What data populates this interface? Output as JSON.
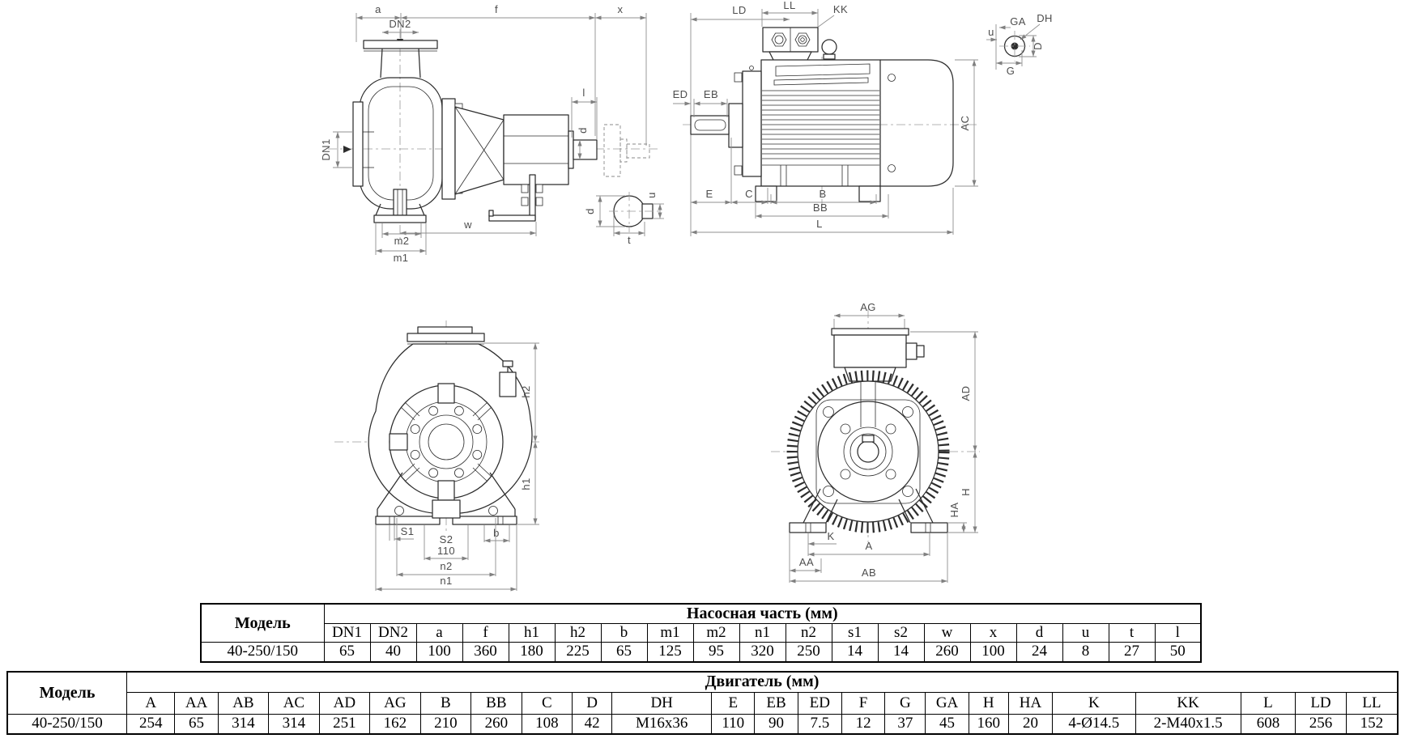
{
  "page": {
    "background": "#ffffff",
    "line_color": "#2d2d2d",
    "dim_line_color": "#909090",
    "label_color": "#4d4d4d"
  },
  "drawing_labels": {
    "a": "a",
    "f": "f",
    "x": "x",
    "dn2": "DN2",
    "dn1": "DN1",
    "l_shaft": "l",
    "d_shaft": "d",
    "w": "w",
    "m2": "m2",
    "m1": "m1",
    "d_key": "d",
    "u_key": "u",
    "t_key": "t",
    "ld": "LD",
    "ll": "LL",
    "kk": "KK",
    "ed": "ED",
    "eb": "EB",
    "e": "E",
    "c": "C",
    "b_motor": "B",
    "bb": "BB",
    "l_motor": "L",
    "ac": "AC",
    "ga": "GA",
    "dh": "DH",
    "u2": "u",
    "d_motor": "D",
    "g": "G",
    "h2": "h2",
    "h1": "h1",
    "s1": "S1",
    "s2": "S2",
    "s2_value": "110",
    "n2": "n2",
    "n1": "n1",
    "b_pump": "b",
    "ag": "AG",
    "ad": "AD",
    "h": "H",
    "ha": "HA",
    "k": "K",
    "a_motor": "A",
    "aa": "AA",
    "ab": "AB"
  },
  "pump_table": {
    "model_header": "Модель",
    "group_header": "Насосная часть (мм)",
    "columns": [
      "DN1",
      "DN2",
      "a",
      "f",
      "h1",
      "h2",
      "b",
      "m1",
      "m2",
      "n1",
      "n2",
      "s1",
      "s2",
      "w",
      "x",
      "d",
      "u",
      "t",
      "l"
    ],
    "rows": [
      {
        "model": "40-250/150",
        "values": [
          "65",
          "40",
          "100",
          "360",
          "180",
          "225",
          "65",
          "125",
          "95",
          "320",
          "250",
          "14",
          "14",
          "260",
          "100",
          "24",
          "8",
          "27",
          "50"
        ]
      }
    ]
  },
  "motor_table": {
    "model_header": "Модель",
    "group_header": "Двигатель (мм)",
    "columns": [
      "A",
      "AA",
      "AB",
      "AC",
      "AD",
      "AG",
      "B",
      "BB",
      "C",
      "D",
      "DH",
      "E",
      "EB",
      "ED",
      "F",
      "G",
      "GA",
      "H",
      "HA",
      "K",
      "KK",
      "L",
      "LD",
      "LL"
    ],
    "rows": [
      {
        "model": "40-250/150",
        "values": [
          "254",
          "65",
          "314",
          "314",
          "251",
          "162",
          "210",
          "260",
          "108",
          "42",
          "M16x36",
          "110",
          "90",
          "7.5",
          "12",
          "37",
          "45",
          "160",
          "20",
          "4-Ø14.5",
          "2-M40x1.5",
          "608",
          "256",
          "152"
        ]
      }
    ]
  }
}
